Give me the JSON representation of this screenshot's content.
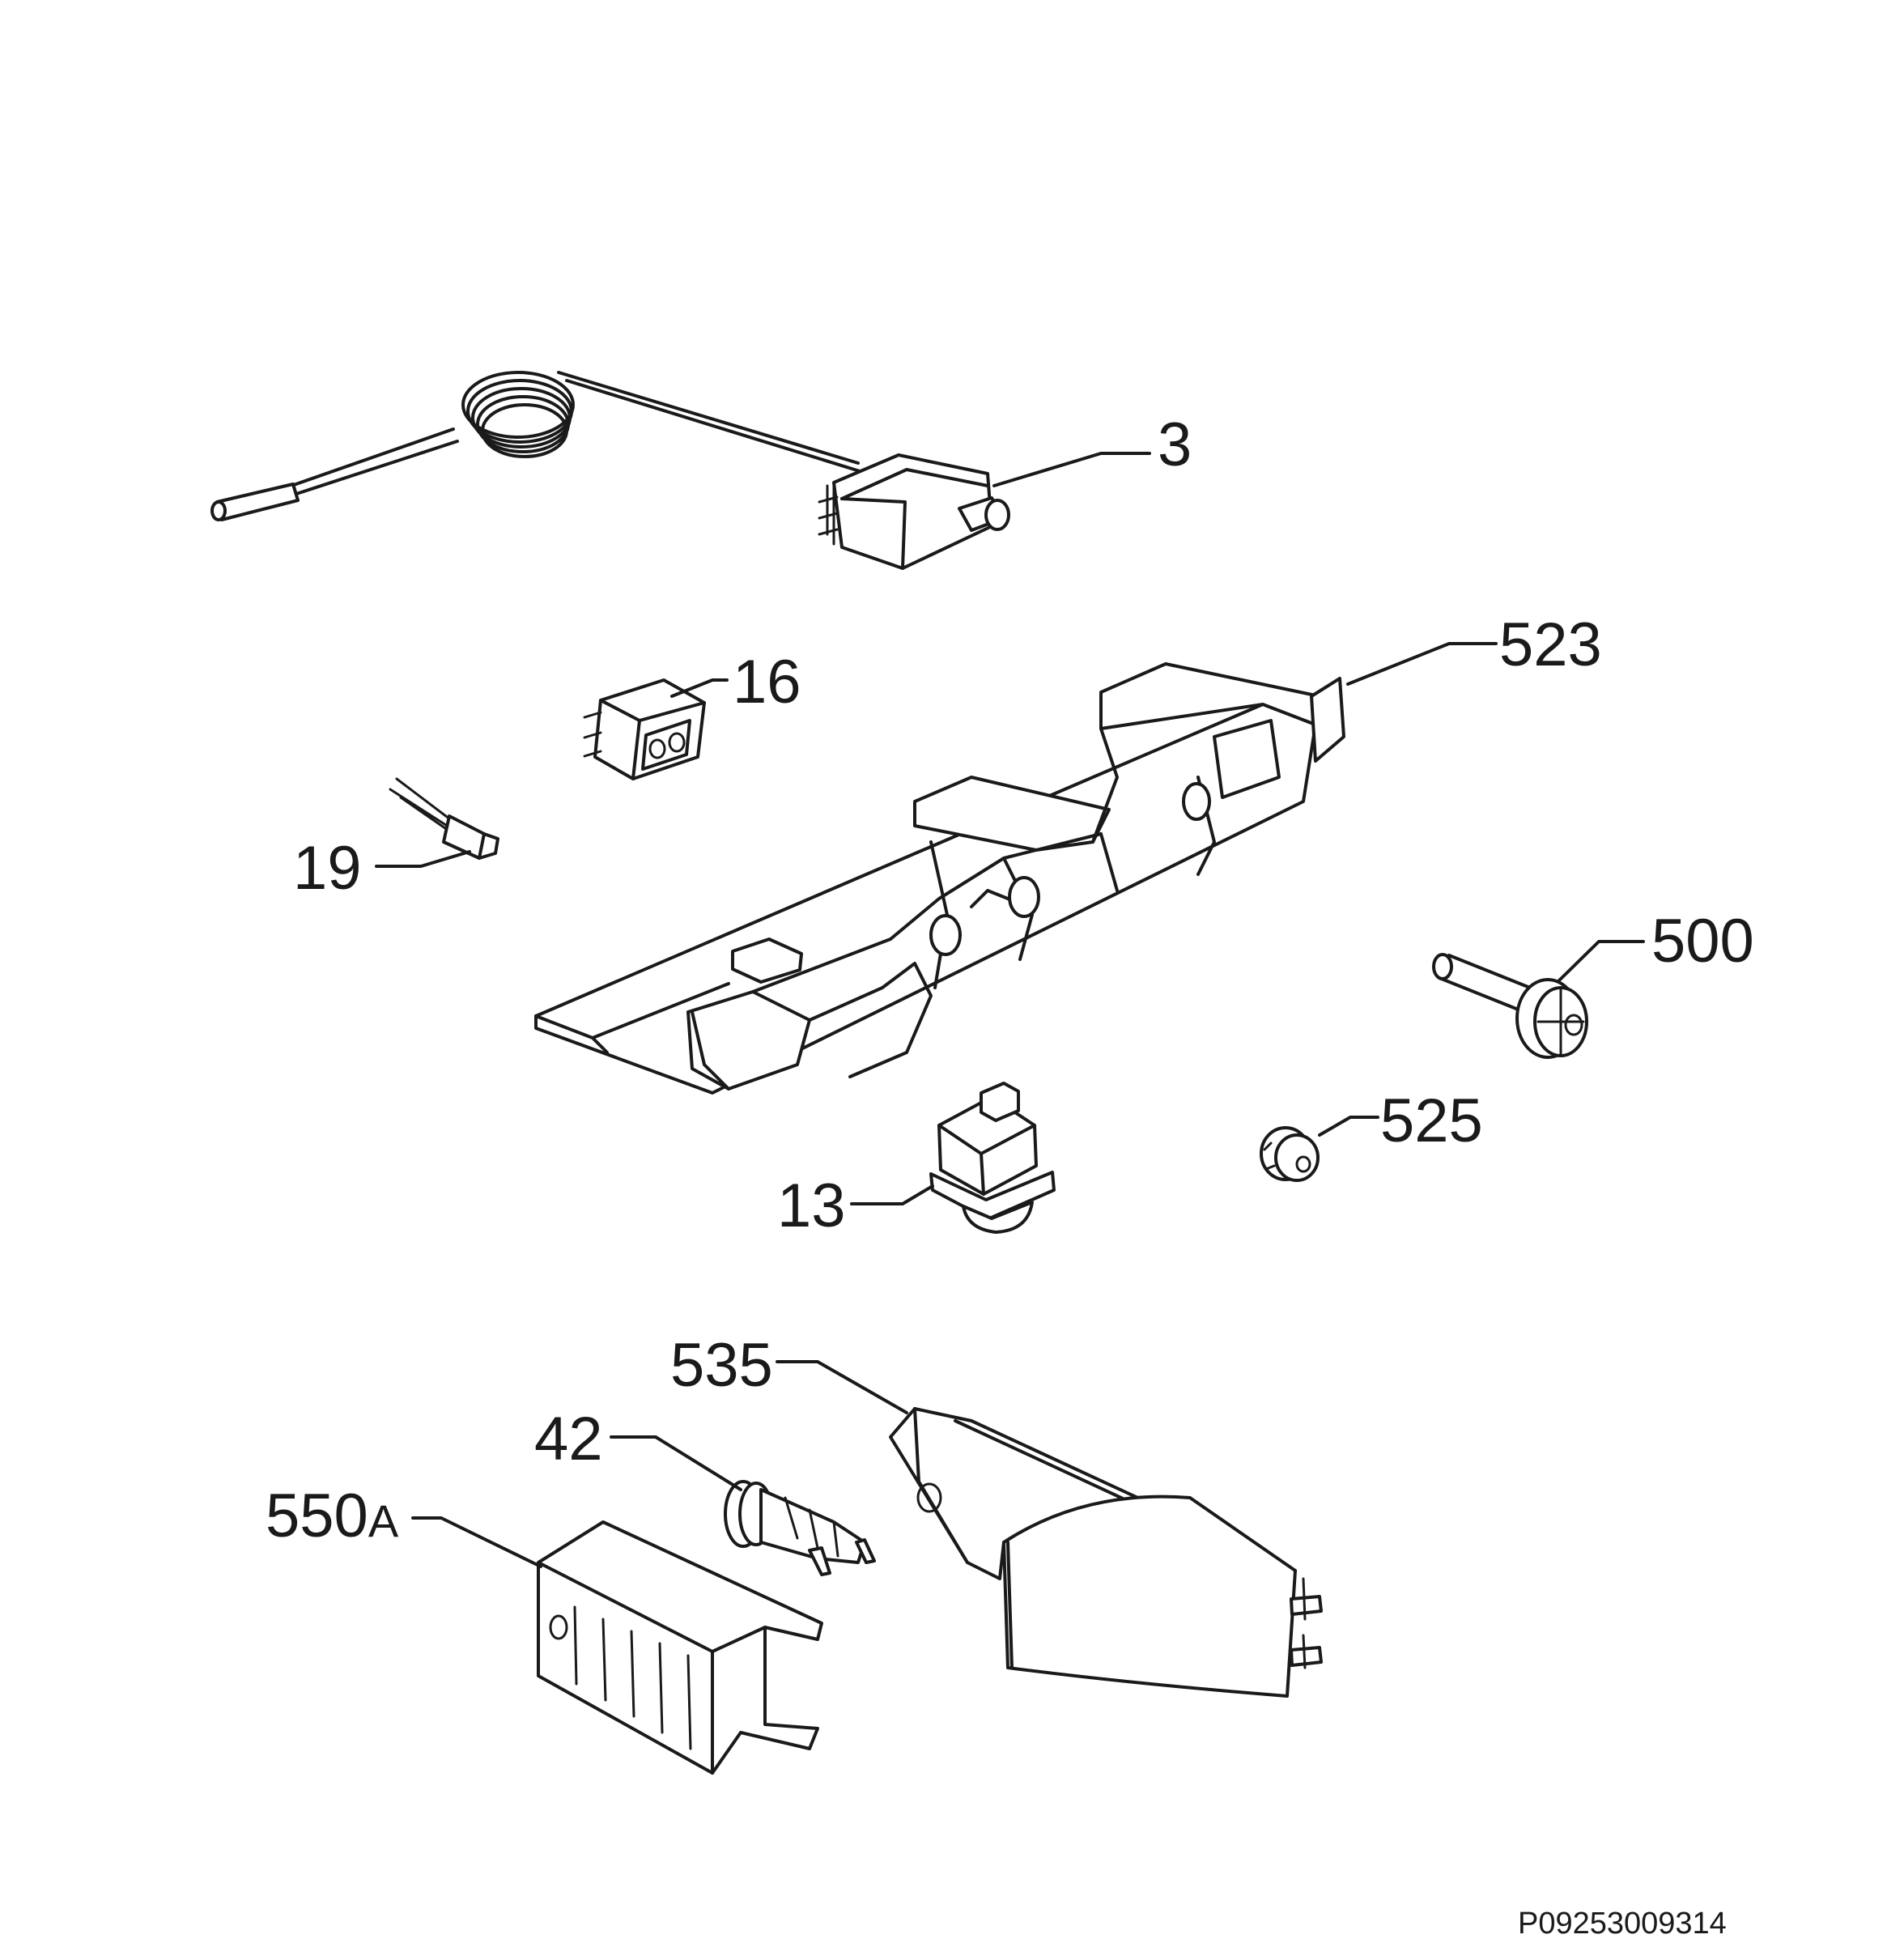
{
  "callouts": {
    "p3": "3",
    "p523": "523",
    "p16": "16",
    "p19": "19",
    "p500": "500",
    "p525": "525",
    "p13": "13",
    "p535": "535",
    "p42": "42",
    "p550a_number": "550",
    "p550a_suffix": "A"
  },
  "drawing_code": "P09253009314"
}
